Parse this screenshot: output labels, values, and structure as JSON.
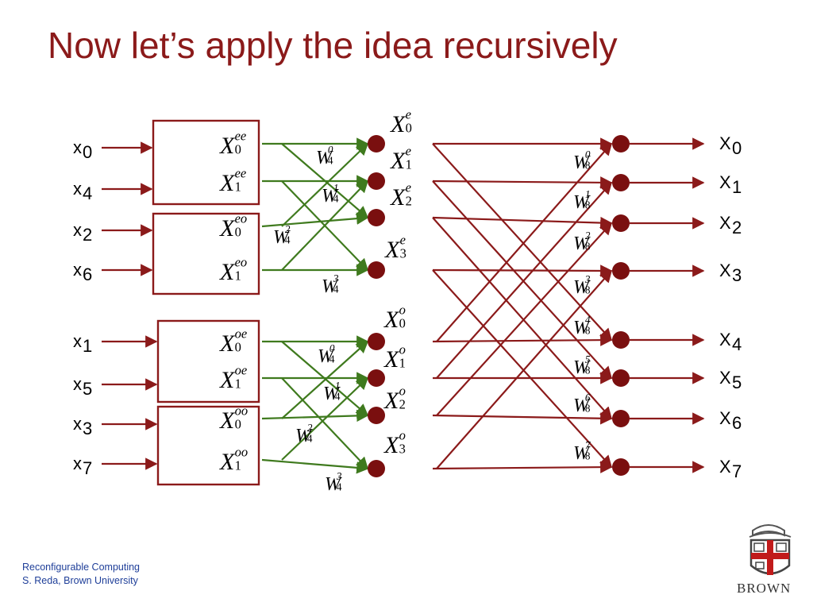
{
  "slide": {
    "title": "Now let’s apply the idea recursively",
    "footer_line1": "Reconfigurable Computing",
    "footer_line2": "S. Reda, Brown University",
    "logo_text": "BROWN"
  },
  "colors": {
    "title": "#8b1a1a",
    "red_line": "#8b1a1a",
    "green_line": "#3f7a1e",
    "node": "#7a0f0f",
    "footer": "#1f3f99"
  },
  "inputs": [
    {
      "base": "x",
      "sub": "0"
    },
    {
      "base": "x",
      "sub": "4"
    },
    {
      "base": "x",
      "sub": "2"
    },
    {
      "base": "x",
      "sub": "6"
    },
    {
      "base": "x",
      "sub": "1"
    },
    {
      "base": "x",
      "sub": "5"
    },
    {
      "base": "x",
      "sub": "3"
    },
    {
      "base": "x",
      "sub": "7"
    }
  ],
  "outputs": [
    {
      "base": "X",
      "sub": "0"
    },
    {
      "base": "X",
      "sub": "1"
    },
    {
      "base": "X",
      "sub": "2"
    },
    {
      "base": "X",
      "sub": "3"
    },
    {
      "base": "X",
      "sub": "4"
    },
    {
      "base": "X",
      "sub": "5"
    },
    {
      "base": "X",
      "sub": "6"
    },
    {
      "base": "X",
      "sub": "7"
    }
  ],
  "box_labels": [
    {
      "sub": "0",
      "sup": "ee"
    },
    {
      "sub": "1",
      "sup": "ee"
    },
    {
      "sub": "0",
      "sup": "eo"
    },
    {
      "sub": "1",
      "sup": "eo"
    },
    {
      "sub": "0",
      "sup": "oe"
    },
    {
      "sub": "1",
      "sup": "oe"
    },
    {
      "sub": "0",
      "sup": "oo"
    },
    {
      "sub": "1",
      "sup": "oo"
    }
  ],
  "mid_labels": [
    {
      "base": "X",
      "sub": "0",
      "sup": "e"
    },
    {
      "base": "X",
      "sub": "1",
      "sup": "e"
    },
    {
      "base": "X",
      "sub": "2",
      "sup": "e"
    },
    {
      "base": "X",
      "sub": "3",
      "sup": "e"
    },
    {
      "base": "X",
      "sub": "0",
      "sup": "o"
    },
    {
      "base": "X",
      "sub": "1",
      "sup": "o"
    },
    {
      "base": "X",
      "sub": "2",
      "sup": "o"
    },
    {
      "base": "X",
      "sub": "3",
      "sup": "o"
    }
  ],
  "twiddles_w4": [
    {
      "base": "W",
      "sub": "4",
      "sup": "0"
    },
    {
      "base": "W",
      "sub": "4",
      "sup": "1"
    },
    {
      "base": "W",
      "sub": "4",
      "sup": "2"
    },
    {
      "base": "W",
      "sub": "4",
      "sup": "3"
    },
    {
      "base": "W",
      "sub": "4",
      "sup": "0"
    },
    {
      "base": "W",
      "sub": "4",
      "sup": "1"
    },
    {
      "base": "W",
      "sub": "4",
      "sup": "2"
    },
    {
      "base": "W",
      "sub": "4",
      "sup": "3"
    }
  ],
  "twiddles_w8": [
    {
      "base": "W",
      "sub": "8",
      "sup": "0"
    },
    {
      "base": "W",
      "sub": "8",
      "sup": "1"
    },
    {
      "base": "W",
      "sub": "8",
      "sup": "2"
    },
    {
      "base": "W",
      "sub": "8",
      "sup": "3"
    },
    {
      "base": "W",
      "sub": "8",
      "sup": "4"
    },
    {
      "base": "W",
      "sub": "8",
      "sup": "5"
    },
    {
      "base": "W",
      "sub": "8",
      "sup": "6"
    },
    {
      "base": "W",
      "sub": "8",
      "sup": "7"
    }
  ]
}
